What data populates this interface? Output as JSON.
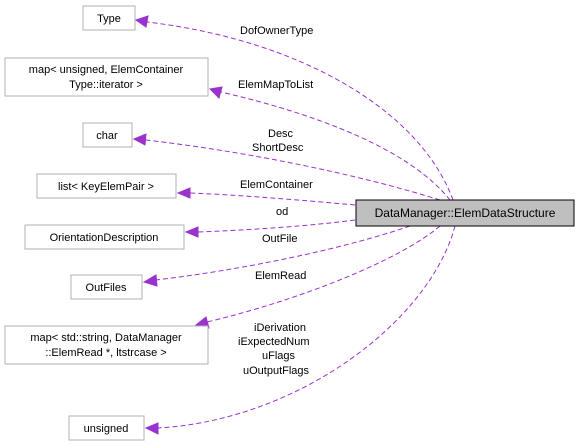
{
  "diagram": {
    "main_class": "DataManager::ElemDataStructure",
    "nodes": [
      {
        "id": "type",
        "lines": [
          "Type"
        ]
      },
      {
        "id": "map-elemcontainer",
        "lines": [
          "map< unsigned, ElemContainer",
          "Type::iterator >"
        ]
      },
      {
        "id": "char",
        "lines": [
          "char"
        ]
      },
      {
        "id": "list-keyelempair",
        "lines": [
          "list< KeyElemPair >"
        ]
      },
      {
        "id": "orientation-description",
        "lines": [
          "OrientationDescription"
        ]
      },
      {
        "id": "outfiles",
        "lines": [
          "OutFiles"
        ]
      },
      {
        "id": "map-elemread",
        "lines": [
          "map< std::string, DataManager",
          "::ElemRead *, ltstrcase >"
        ]
      },
      {
        "id": "unsigned",
        "lines": [
          "unsigned"
        ]
      }
    ],
    "edges": [
      {
        "from": "type",
        "labels": [
          "DofOwnerType"
        ]
      },
      {
        "from": "map-elemcontainer",
        "labels": [
          "ElemMapToList"
        ]
      },
      {
        "from": "char",
        "labels": [
          "Desc",
          "ShortDesc"
        ]
      },
      {
        "from": "list-keyelempair",
        "labels": [
          "ElemContainer"
        ]
      },
      {
        "from": "orientation-description",
        "labels": [
          "od"
        ]
      },
      {
        "from": "outfiles",
        "labels": [
          "OutFile"
        ]
      },
      {
        "from": "map-elemread",
        "labels": [
          "ElemRead"
        ]
      },
      {
        "from": "unsigned",
        "labels": [
          "iDerivation",
          "iExpectedNum",
          "uFlags",
          "uOutputFlags"
        ]
      }
    ]
  }
}
